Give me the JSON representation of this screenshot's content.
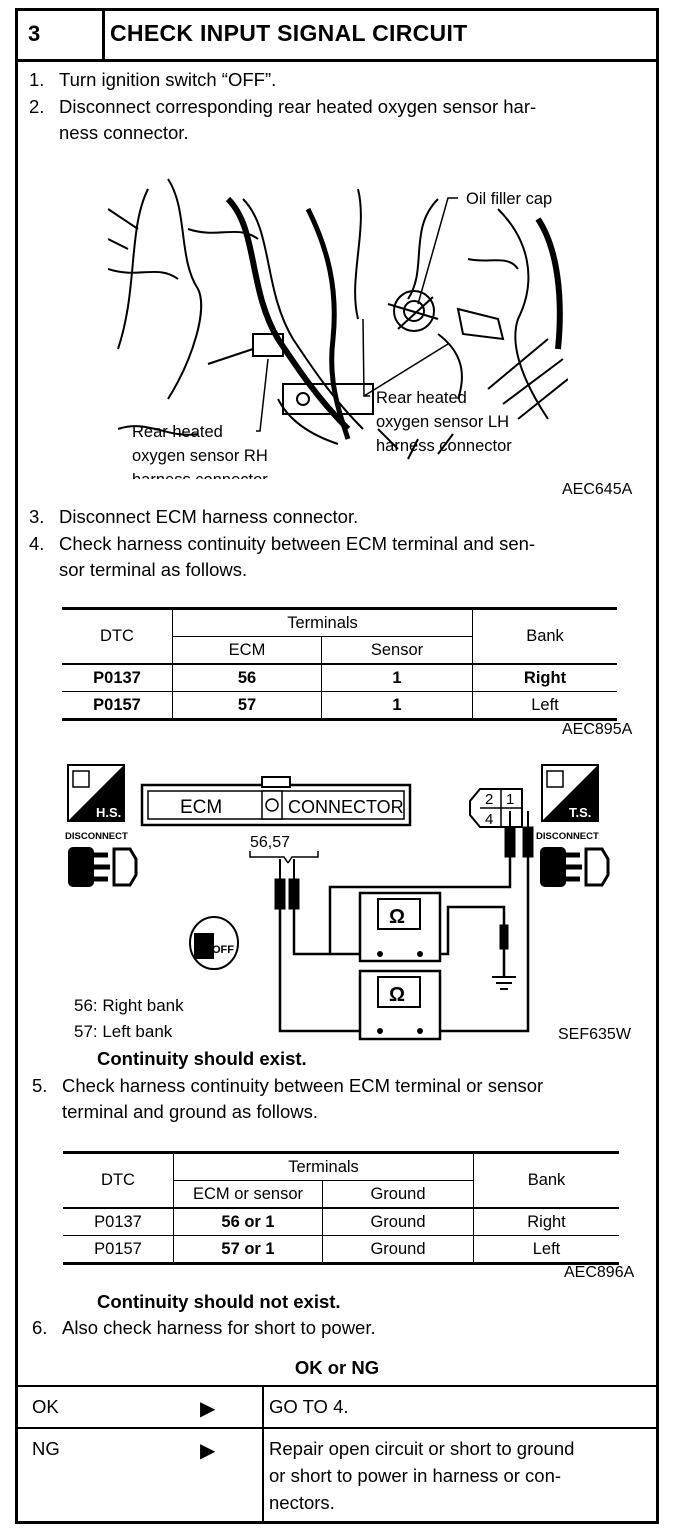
{
  "header": {
    "number": "3",
    "title": "CHECK INPUT SIGNAL CIRCUIT"
  },
  "steps": [
    {
      "num": "1.",
      "lines": [
        "Turn ignition switch “OFF”."
      ]
    },
    {
      "num": "2.",
      "lines": [
        "Disconnect corresponding rear heated oxygen sensor har-",
        "ness connector."
      ]
    },
    {
      "num": "3.",
      "lines": [
        "Disconnect ECM harness connector."
      ]
    },
    {
      "num": "4.",
      "lines": [
        "Check harness continuity between ECM terminal and sen-",
        "sor terminal as follows."
      ]
    },
    {
      "num": "5.",
      "lines": [
        "Check harness continuity between ECM terminal or sensor",
        "terminal and ground as follows."
      ]
    },
    {
      "num": "6.",
      "lines": [
        "Also check harness for short to power."
      ]
    }
  ],
  "figure1": {
    "labels": {
      "oil_filler_cap": "Oil filler cap",
      "rh_line1": "Rear heated",
      "rh_line2": "oxygen sensor RH",
      "rh_line3": "harness connector",
      "lh_line1": "Rear heated",
      "lh_line2": "oxygen sensor LH",
      "lh_line3": "harness connector"
    },
    "ref": "AEC645A"
  },
  "table1": {
    "headers": {
      "dtc": "DTC",
      "terminals": "Terminals",
      "ecm": "ECM",
      "sensor": "Sensor",
      "bank": "Bank"
    },
    "rows": [
      {
        "dtc": "P0137",
        "ecm": "56",
        "sensor": "1",
        "bank": "Right"
      },
      {
        "dtc": "P0157",
        "ecm": "57",
        "sensor": "1",
        "bank": "Left"
      }
    ],
    "ref": "AEC895A"
  },
  "figure2": {
    "hs_label": "H.S.",
    "ts_label": "T.S.",
    "disconnect_left": "DISCONNECT",
    "disconnect_right": "DISCONNECT",
    "ecm_label": "ECM",
    "connector_label": "CONNECTOR",
    "terminals_label": "56,57",
    "pin_2": "2",
    "pin_1": "1",
    "pin_4": "4",
    "ohm_symbol": "Ω",
    "off_label": "OFF",
    "note1": "56:  Right  bank",
    "note2": "57:  Left  bank",
    "ref": "SEF635W"
  },
  "result1": "Continuity should exist.",
  "table2": {
    "headers": {
      "dtc": "DTC",
      "terminals": "Terminals",
      "ecm_or_sensor": "ECM or sensor",
      "ground": "Ground",
      "bank": "Bank"
    },
    "rows": [
      {
        "dtc": "P0137",
        "ecm_or_sensor": "56 or 1",
        "ground": "Ground",
        "bank": "Right"
      },
      {
        "dtc": "P0157",
        "ecm_or_sensor": "57 or 1",
        "ground": "Ground",
        "bank": "Left"
      }
    ],
    "ref": "AEC896A"
  },
  "result2": "Continuity should not exist.",
  "okng": {
    "title": "OK or NG",
    "ok": {
      "label": "OK",
      "arrow": "▶",
      "action": "GO TO 4."
    },
    "ng": {
      "label": "NG",
      "arrow": "▶",
      "action_lines": [
        "Repair open circuit or short to ground",
        "or short to power in harness or con-",
        "nectors."
      ]
    }
  }
}
